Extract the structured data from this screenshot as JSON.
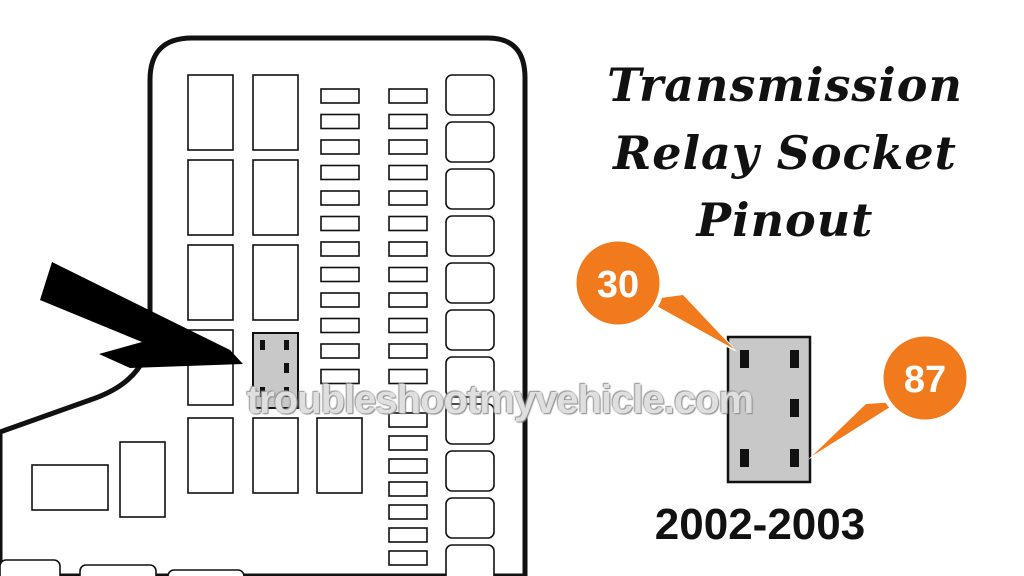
{
  "title": {
    "line1": "Transmission",
    "line2": "Relay Socket",
    "line3": "Pinout"
  },
  "year_range": "2002-2003",
  "watermark": "troubleshootmyvehicle.com",
  "pins": {
    "left_label": "30",
    "right_label": "87"
  },
  "colors": {
    "callout": "#f07a1c",
    "callout_border": "#ffffff",
    "socket_fill": "#c8c8c8",
    "pin_fill": "#111111",
    "outline": "#111111",
    "pointer_arrow": "#000000"
  }
}
